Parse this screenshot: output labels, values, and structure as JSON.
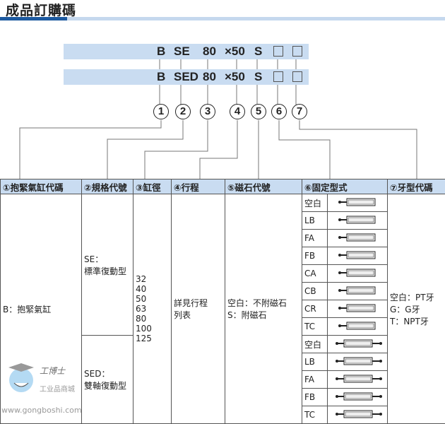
{
  "title": "成品訂購碼",
  "codes": [
    {
      "parts": [
        "B",
        "SE",
        "80",
        "×50",
        "S"
      ]
    },
    {
      "parts": [
        "B",
        "SED",
        "80",
        "×50",
        "S"
      ]
    }
  ],
  "circles": [
    "1",
    "2",
    "3",
    "4",
    "5",
    "6",
    "7"
  ],
  "headers": [
    "①抱緊氣缸代碼",
    "②規格代號",
    "③缸徑",
    "④行程",
    "⑤磁石代號",
    "⑥固定型式",
    "⑦牙型代碼"
  ],
  "col1": "B：抱緊氣缸",
  "se": {
    "code": "SE：",
    "name": "標準復動型"
  },
  "sed": {
    "code": "SED：",
    "name": "雙軸復動型"
  },
  "bores": [
    "32",
    "40",
    "50",
    "63",
    "80",
    "100",
    "125"
  ],
  "stroke": [
    "詳見行程",
    "列表"
  ],
  "magnet": [
    "空白：不附磁石",
    "S：附磁石"
  ],
  "mounts": [
    "空白",
    "LB",
    "FA",
    "FB",
    "CA",
    "CB",
    "CR",
    "TC",
    "空白",
    "LB",
    "FA",
    "FB",
    "TC"
  ],
  "threads": [
    "空白：PT牙",
    "G：G牙",
    "T：NPT牙"
  ],
  "watermark": {
    "brand": "工博士",
    "sub": "工业品商城",
    "url": "www.gongboshi.com"
  }
}
